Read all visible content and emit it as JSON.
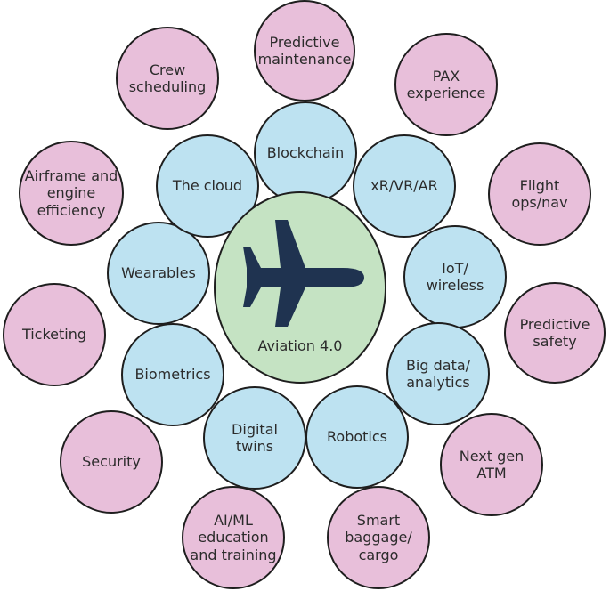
{
  "center": {
    "label": "Aviation 4.0",
    "icon": "airplane-icon"
  },
  "inner": {
    "blockchain": "Blockchain",
    "xr": "xR/VR/AR",
    "iot": "IoT/\nwireless",
    "big_data": "Big data/\nanalytics",
    "robotics": "Robotics",
    "digital_twins": "Digital\ntwins",
    "biometrics": "Biometrics",
    "wearables": "Wearables",
    "cloud": "The cloud"
  },
  "outer": {
    "predictive_maintenance": "Predictive\nmaintenance",
    "pax": "PAX\nexperience",
    "flight_ops": "Flight\nops/nav",
    "predictive_safety": "Predictive\nsafety",
    "next_gen_atm": "Next gen\nATM",
    "smart_baggage": "Smart\nbaggage/\ncargo",
    "aiml": "AI/ML\neducation\nand training",
    "security": "Security",
    "ticketing": "Ticketing",
    "airframe": "Airframe and\nengine\nefficiency",
    "crew": "Crew\nscheduling"
  },
  "colors": {
    "outer_fill": "#e8bfda",
    "inner_fill": "#bde2f1",
    "center_fill": "#c5e3c3",
    "plane": "#1f3350",
    "stroke": "#1e1e1e"
  }
}
